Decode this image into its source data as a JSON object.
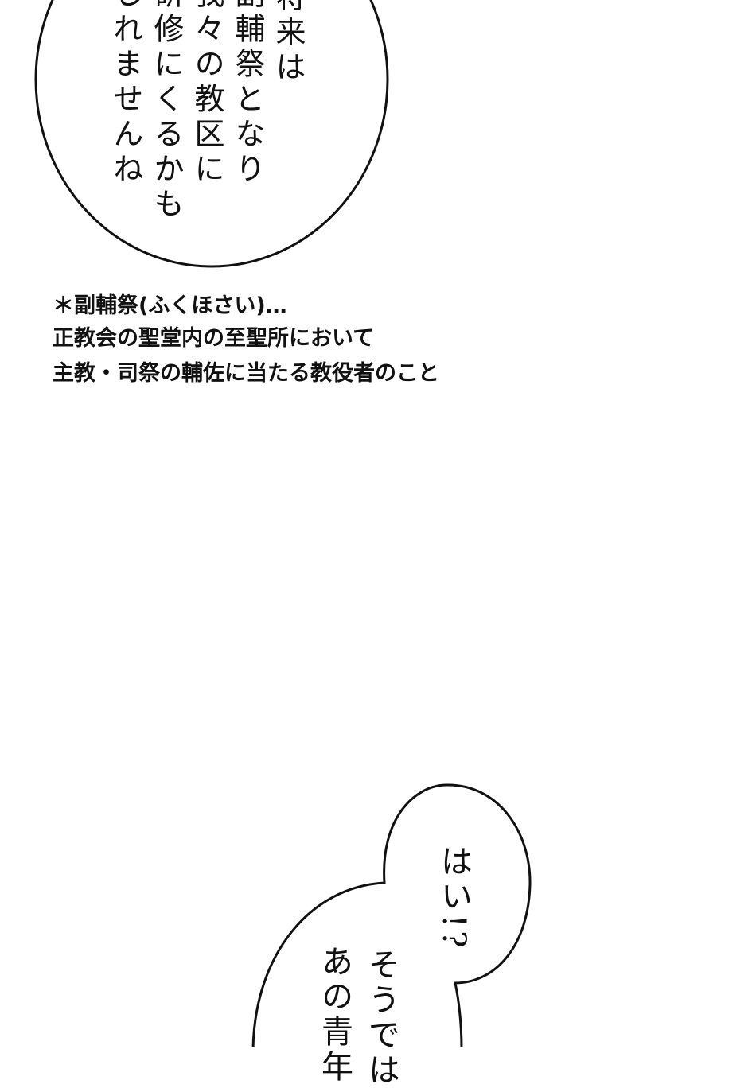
{
  "bubble_top": {
    "lines": [
      "将来は",
      "副輔祭となり",
      "我々の教区に",
      "研修にくるかも",
      "しれませんね"
    ]
  },
  "footnote": {
    "lines": [
      "＊副輔祭(ふくほさい)…",
      "正教会の聖堂内の至聖所において",
      "主教・司祭の輔佐に当たる教役者のこと"
    ]
  },
  "bubble_bottom": {
    "upper_line": "はい!?",
    "lines": [
      "そうでは",
      "あの青年"
    ]
  }
}
